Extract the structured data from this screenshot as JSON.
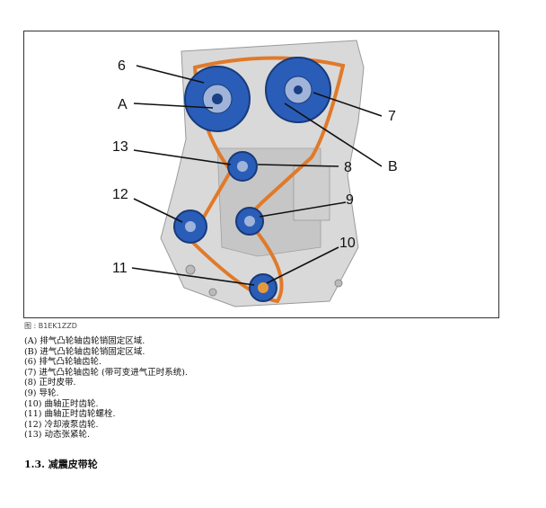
{
  "figure": {
    "callouts": {
      "c6": "6",
      "cA": "A",
      "c13": "13",
      "c12": "12",
      "c11": "11",
      "c7": "7",
      "cB": "B",
      "c8": "8",
      "c9": "9",
      "c10": "10"
    },
    "caption": "图 : B1EK1ZZD"
  },
  "legend": [
    "(A) 排气凸轮轴齿轮销固定区域.",
    "(B) 进气凸轮轴齿轮销固定区域.",
    "(6) 排气凸轮轴齿轮.",
    "(7) 进气凸轮轴齿轮 (带可变进气正时系统).",
    "(8) 正时皮带.",
    "(9) 导轮.",
    "(10) 曲轴正时齿轮.",
    "(11) 曲轴正时齿轮螺栓.",
    "(12) 冷却液泵齿轮.",
    "(13) 动态张紧轮."
  ],
  "section": {
    "title": "1.3. 减震皮带轮"
  },
  "colors": {
    "pulley_blue": "#2a5db8",
    "belt_orange": "#e07a2a",
    "engine_grey": "#d6d6d6"
  }
}
